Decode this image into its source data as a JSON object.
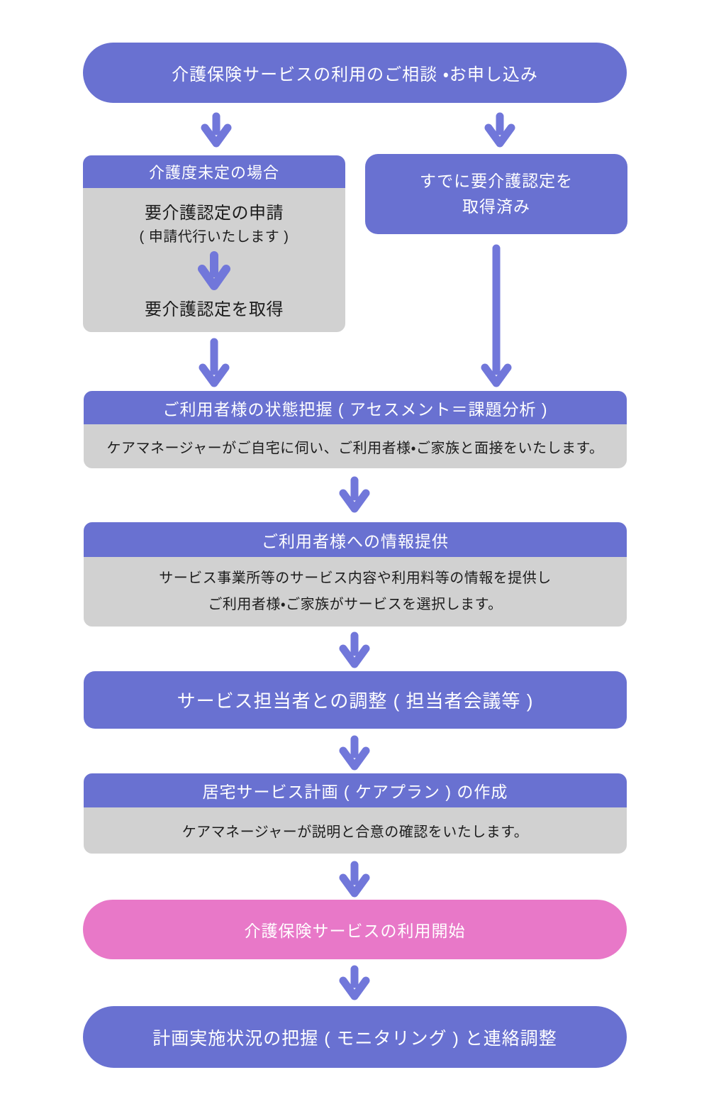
{
  "colors": {
    "purple": "#6971d1",
    "arrow": "#7177da",
    "gray": "#d1d1d1",
    "pink": "#e878c8",
    "text_dark": "#1c1c1c",
    "white": "#ffffff"
  },
  "flow": {
    "start": "介護保険サービスの利用のご相談 ・お申し込み",
    "left_branch": {
      "header": "介護度未定の場合",
      "step1": "要介護認定の申請",
      "step1_note": "( 申請代行いたします )",
      "step2": "要介護認定を取得"
    },
    "right_branch": {
      "line1": "すでに要介護認定を",
      "line2": "取得済み"
    },
    "assessment": {
      "header": "ご利用者様の状態把握 ( アセスメント＝課題分析 )",
      "body": "ケアマネージャーがご自宅に伺い、ご利用者様・ご家族と面接をいたします。"
    },
    "information": {
      "header": "ご利用者様への情報提供",
      "body1": "サービス事業所等のサービス内容や利用料等の情報を提供し",
      "body2": "ご利用者様・ご家族がサービスを選択します。"
    },
    "coordination": "サービス担当者との調整 ( 担当者会議等 )",
    "careplan": {
      "header": "居宅サービス計画 ( ケアプラン ) の作成",
      "body": "ケアマネージャーが説明と合意の確認をいたします。"
    },
    "service_start": "介護保険サービスの利用開始",
    "monitoring": "計画実施状況の把握 ( モニタリング ) と連絡調整"
  }
}
